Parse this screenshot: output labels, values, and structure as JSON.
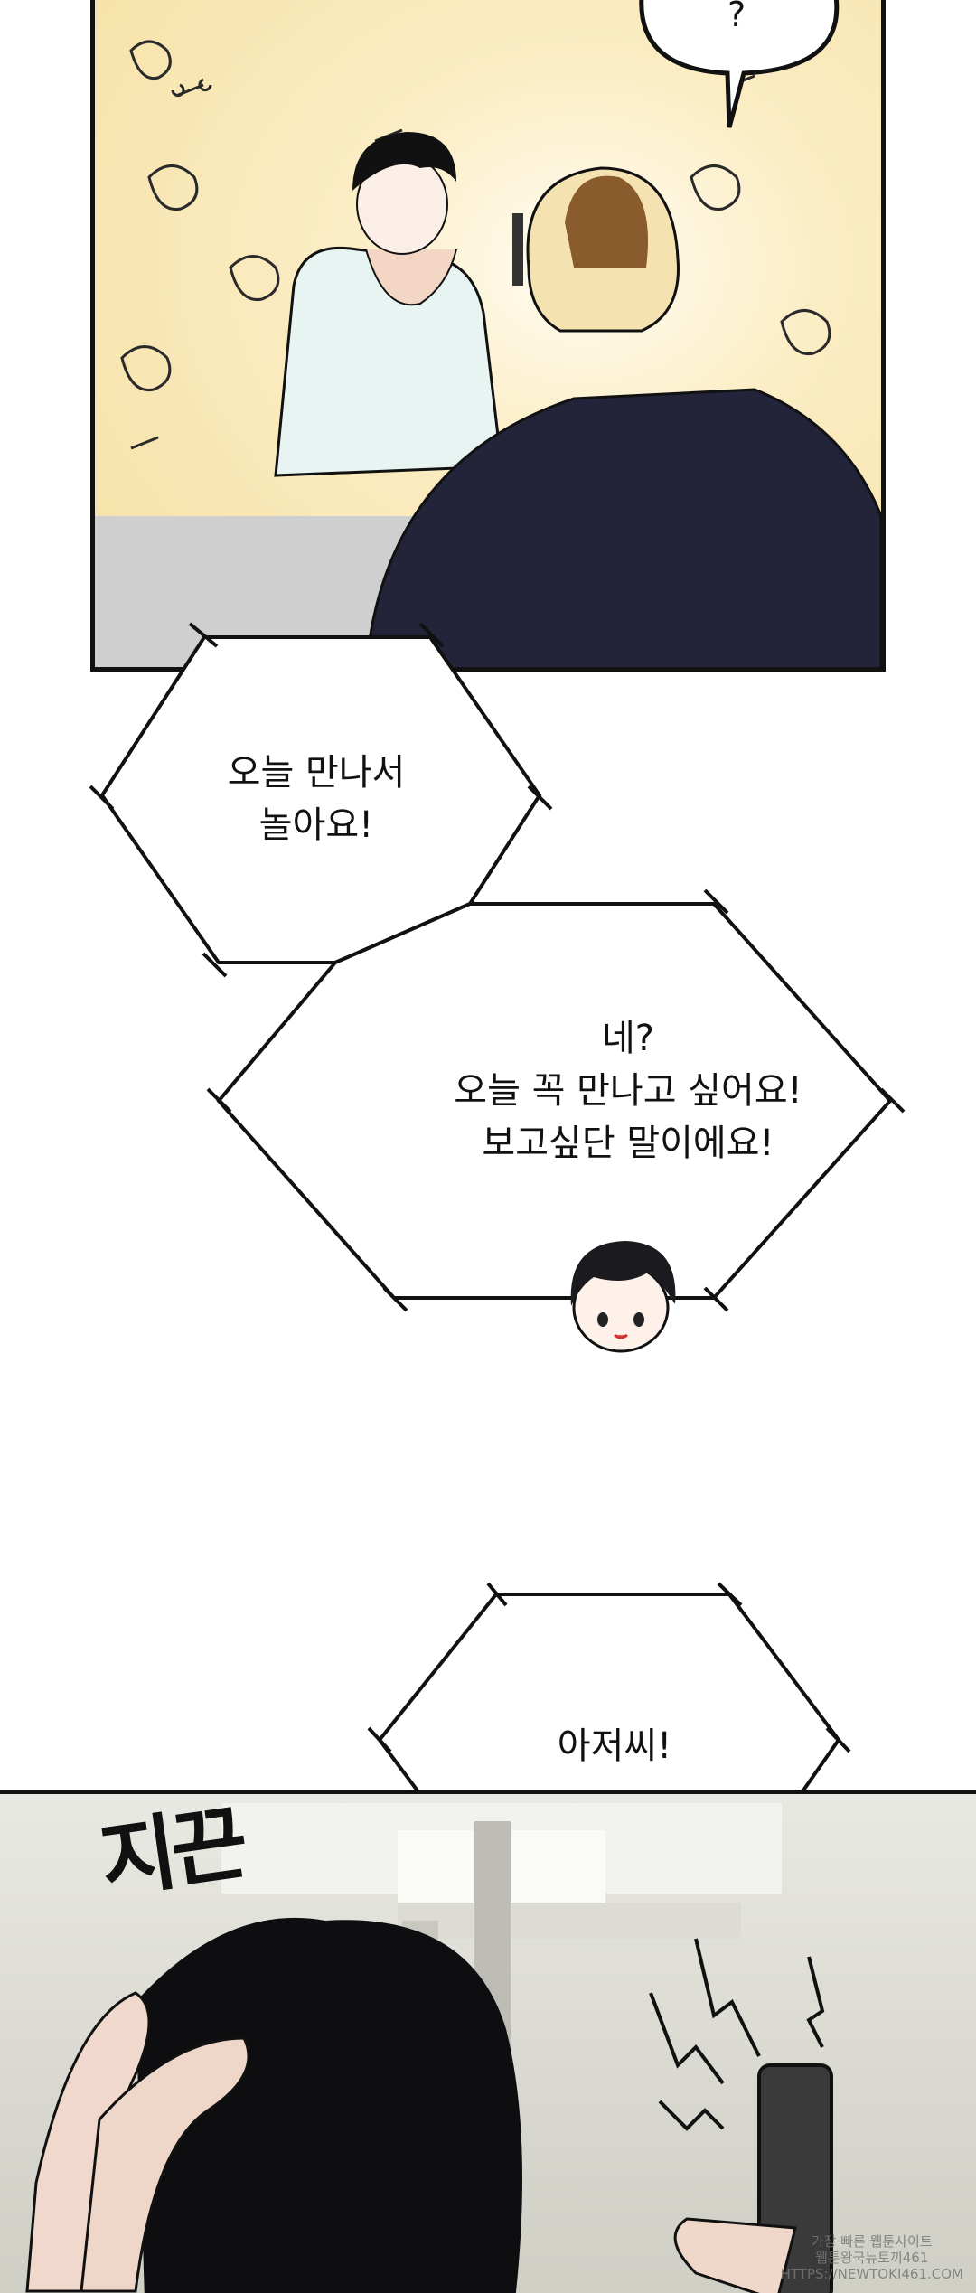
{
  "panel1": {
    "speech_bubble": "?"
  },
  "bubbles": [
    {
      "text": "오늘 만나서\n놀아요!"
    },
    {
      "text": "네?\n오늘 꼭 만나고 싶어요!\n보고싶단 말이에요!"
    },
    {
      "text": "아저씨!"
    }
  ],
  "panel2": {
    "sound_effect": "지끈"
  },
  "watermark": {
    "line1": "가장 빠른 웹툰사이트",
    "line2": "웹툰왕국뉴토끼461",
    "line3": "HTTPS://NEWTOKI461.COM"
  }
}
